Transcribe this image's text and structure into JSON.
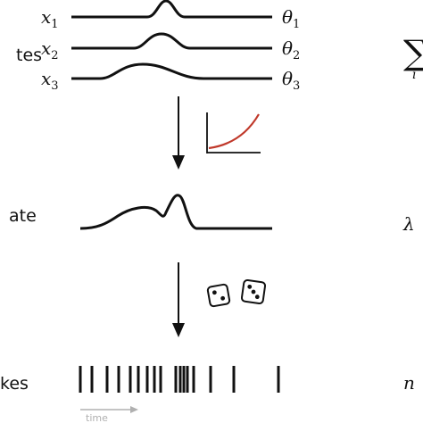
{
  "left_labels": {
    "states": "tes",
    "rate": "ate",
    "spikes": "kes"
  },
  "inputs": [
    {
      "name": "x",
      "index": "1",
      "param": "θ",
      "param_index": "1"
    },
    {
      "name": "x",
      "index": "2",
      "param": "θ",
      "param_index": "2"
    },
    {
      "name": "x",
      "index": "3",
      "param": "θ",
      "param_index": "3"
    }
  ],
  "right_column": {
    "sum_symbol": "∑",
    "sum_index": "i",
    "rate_symbol": "λ",
    "count_symbol": "n"
  },
  "time_axis_label": "time",
  "dice": [
    {
      "pips": 2
    },
    {
      "pips": 3
    }
  ],
  "colors": {
    "ink": "#111111",
    "nonlinearity_curve": "#c0392b",
    "time_arrow": "#b0b0b0"
  },
  "icons": {
    "nonlinearity": "exponential-curve-icon",
    "stochastic": "dice-icon"
  }
}
